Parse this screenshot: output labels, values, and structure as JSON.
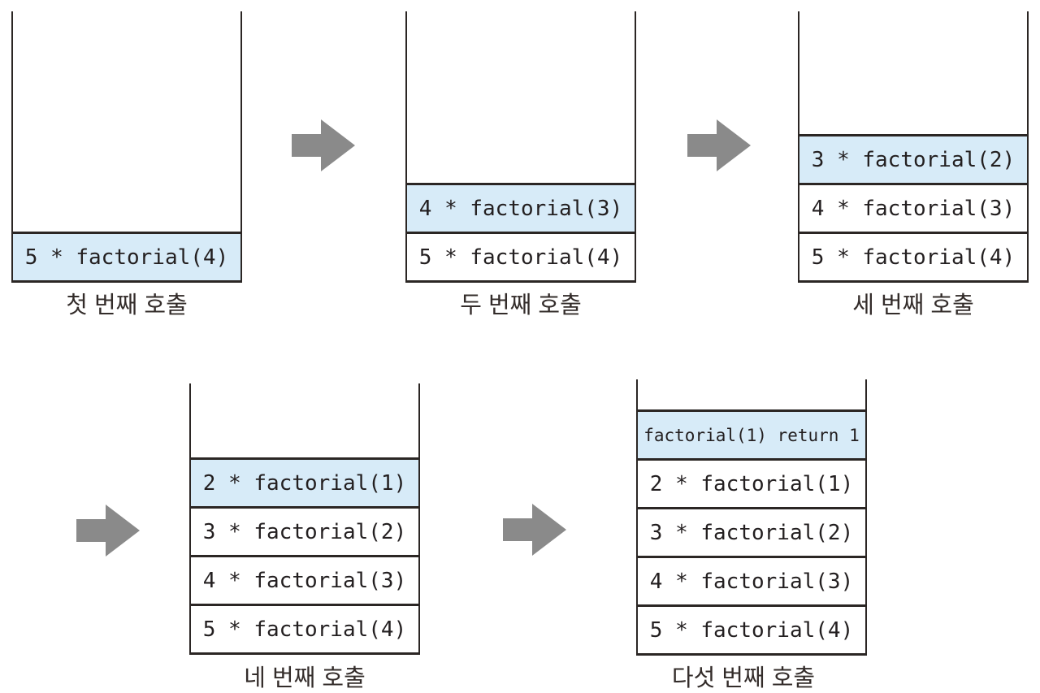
{
  "colors": {
    "highlight_fill": "#d7ebf8",
    "frame_border": "#2b2624",
    "code_text": "#231f20",
    "caption_text": "#332c2a",
    "arrow_fill": "#8a8a8a"
  },
  "icons": {
    "arrow": "right-block-arrow"
  },
  "stacks": [
    {
      "caption": "첫 번째 호출",
      "frames": [
        {
          "text": "5 * factorial(4)",
          "highlighted": true
        }
      ]
    },
    {
      "caption": "두 번째 호출",
      "frames": [
        {
          "text": "4 * factorial(3)",
          "highlighted": true
        },
        {
          "text": "5 * factorial(4)",
          "highlighted": false
        }
      ]
    },
    {
      "caption": "세 번째 호출",
      "frames": [
        {
          "text": "3 * factorial(2)",
          "highlighted": true
        },
        {
          "text": "4 * factorial(3)",
          "highlighted": false
        },
        {
          "text": "5 * factorial(4)",
          "highlighted": false
        }
      ]
    },
    {
      "caption": "네 번째 호출",
      "frames": [
        {
          "text": "2 * factorial(1)",
          "highlighted": true
        },
        {
          "text": "3 * factorial(2)",
          "highlighted": false
        },
        {
          "text": "4 * factorial(3)",
          "highlighted": false
        },
        {
          "text": "5 * factorial(4)",
          "highlighted": false
        }
      ]
    },
    {
      "caption": "다섯 번째 호출",
      "frames": [
        {
          "text": "factorial(1) return 1",
          "highlighted": true
        },
        {
          "text": "2 * factorial(1)",
          "highlighted": false
        },
        {
          "text": "3 * factorial(2)",
          "highlighted": false
        },
        {
          "text": "4 * factorial(3)",
          "highlighted": false
        },
        {
          "text": "5 * factorial(4)",
          "highlighted": false
        }
      ]
    }
  ]
}
